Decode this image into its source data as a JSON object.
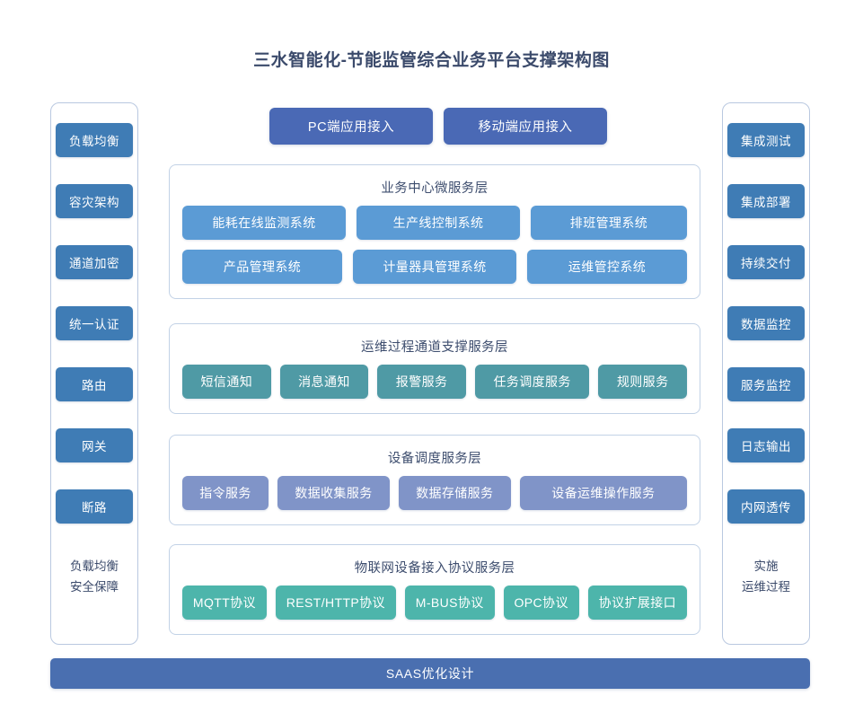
{
  "title": "三水智能化-节能监管综合业务平台支撑架构图",
  "colors": {
    "pillar_button": "#3f7cb5",
    "access_button": "#4a69b5",
    "business_chip": "#5b9bd5",
    "ops_chip": "#4f9aa5",
    "device_chip": "#8094c8",
    "iot_chip": "#4db5ab",
    "saas_bar": "#4a6fb0",
    "panel_border": "#c2d2e6",
    "title_text": "#3b4a6b"
  },
  "left_pillar": {
    "items": [
      {
        "label": "负载均衡"
      },
      {
        "label": "容灾架构"
      },
      {
        "label": "通道加密"
      },
      {
        "label": "统一认证"
      },
      {
        "label": "路由"
      },
      {
        "label": "网关"
      },
      {
        "label": "断路"
      }
    ],
    "footer_lines": [
      "负载均衡",
      "安全保障"
    ]
  },
  "right_pillar": {
    "items": [
      {
        "label": "集成测试"
      },
      {
        "label": "集成部署"
      },
      {
        "label": "持续交付"
      },
      {
        "label": "数据监控"
      },
      {
        "label": "服务监控"
      },
      {
        "label": "日志输出"
      },
      {
        "label": "内网透传"
      }
    ],
    "footer_lines": [
      "实施",
      "运维过程"
    ]
  },
  "access_row": {
    "items": [
      {
        "label": "PC端应用接入"
      },
      {
        "label": "移动端应用接入"
      }
    ]
  },
  "layers": [
    {
      "id": "business",
      "title": "业务中心微服务层",
      "rows": [
        [
          {
            "label": "能耗在线监测系统"
          },
          {
            "label": "生产线控制系统"
          },
          {
            "label": "排班管理系统"
          }
        ],
        [
          {
            "label": "产品管理系统"
          },
          {
            "label": "计量器具管理系统"
          },
          {
            "label": "运维管控系统"
          }
        ]
      ]
    },
    {
      "id": "ops",
      "title": "运维过程通道支撑服务层",
      "rows": [
        [
          {
            "label": "短信通知"
          },
          {
            "label": "消息通知"
          },
          {
            "label": "报警服务"
          },
          {
            "label": "任务调度服务"
          },
          {
            "label": "规则服务"
          }
        ]
      ]
    },
    {
      "id": "device",
      "title": "设备调度服务层",
      "rows": [
        [
          {
            "label": "指令服务"
          },
          {
            "label": "数据收集服务"
          },
          {
            "label": "数据存储服务"
          },
          {
            "label": "设备运维操作服务"
          }
        ]
      ]
    },
    {
      "id": "iot",
      "title": "物联网设备接入协议服务层",
      "rows": [
        [
          {
            "label": "MQTT协议"
          },
          {
            "label": "REST/HTTP协议"
          },
          {
            "label": "M-BUS协议"
          },
          {
            "label": "OPC协议"
          },
          {
            "label": "协议扩展接口"
          }
        ]
      ]
    }
  ],
  "saas_bar": {
    "label": "SAAS优化设计"
  }
}
